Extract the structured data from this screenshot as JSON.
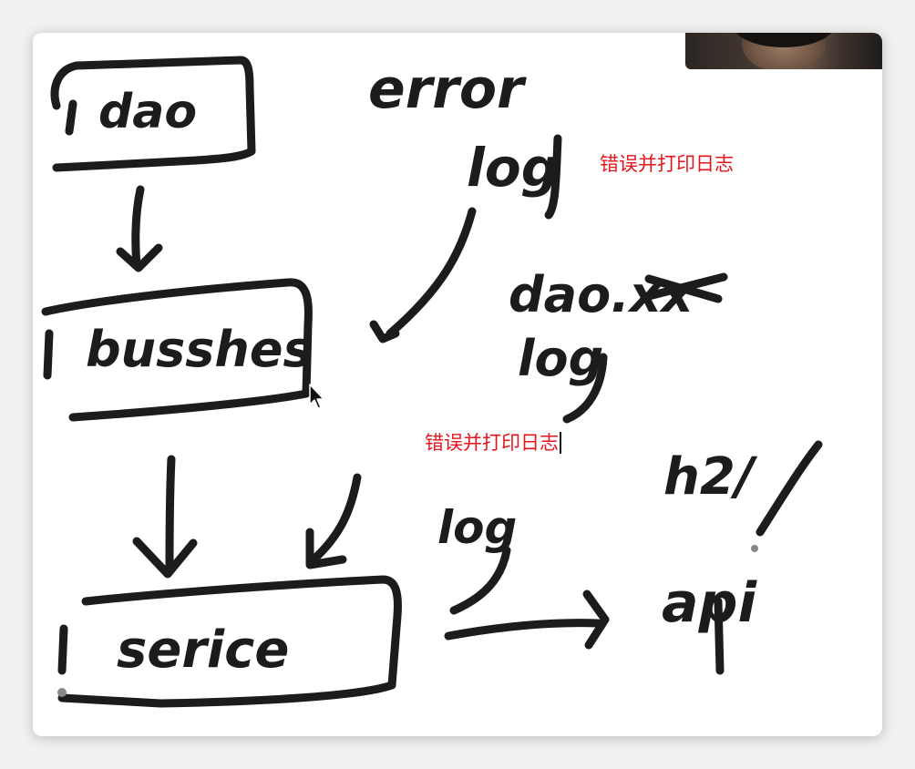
{
  "whiteboard": {
    "handwriting": {
      "dao_label": "dao",
      "business_label": "busshes",
      "service_label": "serice",
      "error_label": "error",
      "log_under_error": "log",
      "dao_xx_label": "dao.xx",
      "log_under_dao": "log",
      "log_near_service": "log",
      "http_label": "h2/",
      "api_label": "api"
    },
    "annotations": [
      {
        "text": "错误并打印日志"
      },
      {
        "text": "错误并打印日志"
      }
    ]
  },
  "colors": {
    "ink": "#1c1c1c",
    "annotation_text": "#e8141b",
    "canvas": "#ffffff",
    "backdrop": "#f1f1f1"
  }
}
